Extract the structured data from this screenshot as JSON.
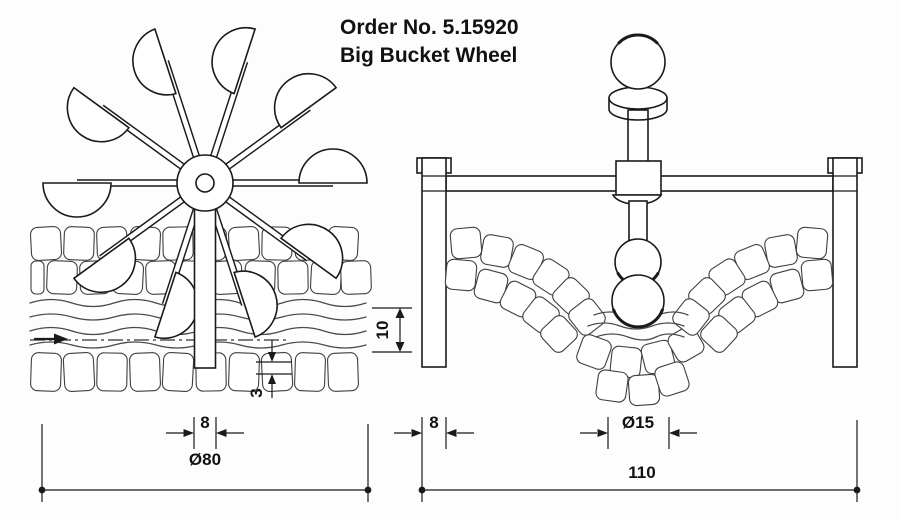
{
  "title": {
    "order_no": "Order No. 5.15920",
    "product": "Big Bucket Wheel"
  },
  "dims": {
    "water_depth": "10",
    "bottom_clearance": "3",
    "hub_width": "8",
    "wheel_diameter": "Ø80",
    "post_width": "8",
    "bucket_diameter": "Ø15",
    "overall_width": "110"
  },
  "colors": {
    "line": "#1a1a1a",
    "stone_line": "#3f3f3f",
    "background": "#fdfdfd"
  }
}
